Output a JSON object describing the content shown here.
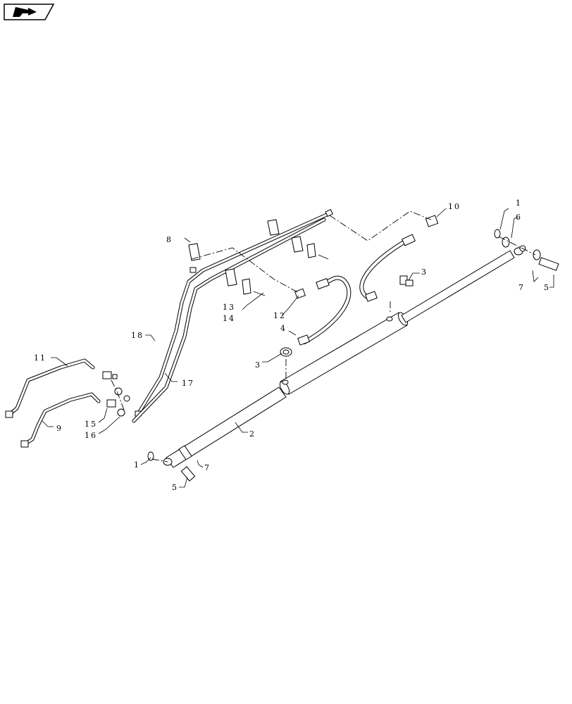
{
  "callouts": {
    "c1a": "1",
    "c1b": "1",
    "c2": "2",
    "c3a": "3",
    "c3b": "3",
    "c4": "4",
    "c5a": "5",
    "c5b": "5",
    "c6": "6",
    "c7a": "7",
    "c7b": "7",
    "c8": "8",
    "c9": "9",
    "c10": "10",
    "c11": "11",
    "c12": "12",
    "c13": "13",
    "c14": "14",
    "c15": "15",
    "c16": "16",
    "c17": "17",
    "c18": "18"
  },
  "icons": {
    "corner_badge": "folder-arrow-icon"
  }
}
